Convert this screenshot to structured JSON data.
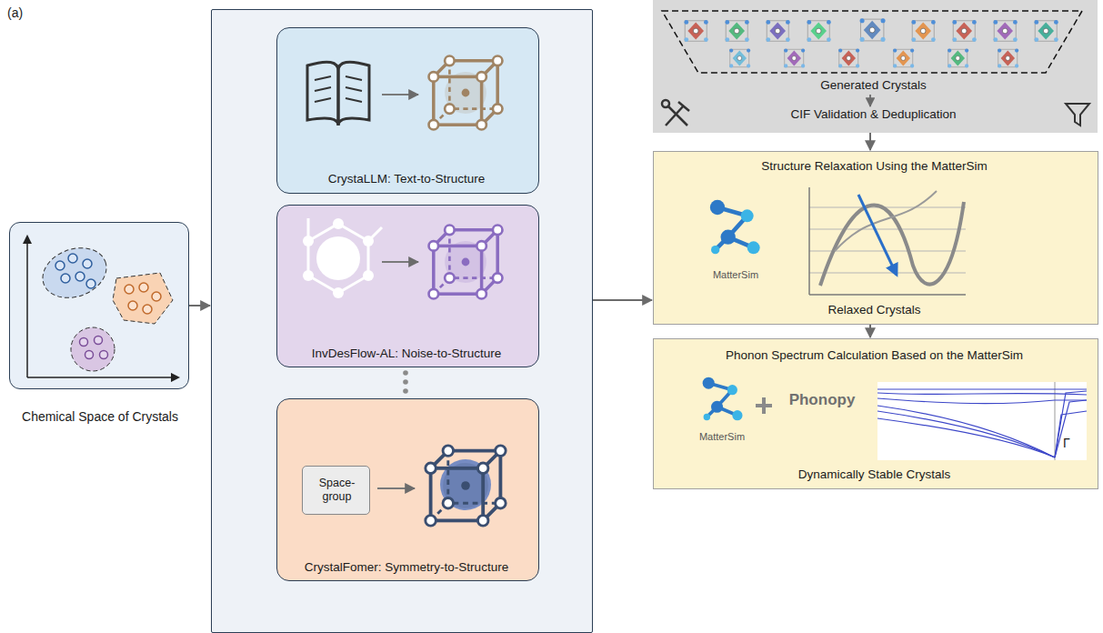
{
  "diagram": {
    "nodes": [
      {
        "text": [
          "Chemical Space of Crystals"
        ]
      },
      {
        "text": []
      },
      {
        "text": [
          "CrystaLLM: Text-to-Structure"
        ],
        "in": 1
      },
      {
        "text": [
          "InvDesFlow-AL: Noise-to-Structure"
        ],
        "in": 1
      },
      {
        "text": [
          "CrystalFomer: Symmetry-to-Structure"
        ],
        "in": 1
      },
      {
        "text": [
          "Space- group"
        ],
        "in": 4
      },
      {
        "text": [
          "Generated Crystals",
          "CIF Validation & Deduplication"
        ]
      },
      {
        "text": [
          "Structure Relaxation Using the MatterSim",
          "MatterSim",
          "Relaxed Crystals"
        ]
      },
      {
        "text": [
          "Phonon Spectrum Calculation Based on the MatterSim",
          "MatterSim",
          "Phonopy",
          "Γ",
          "Dynamically Stable Crystals"
        ]
      }
    ],
    "edges": [
      {
        "from": 0,
        "to": 1,
        "arrow": "to"
      },
      {
        "from": 1,
        "to": 7,
        "arrow": "to"
      },
      {
        "from": 6,
        "to": 7,
        "arrow": "to"
      },
      {
        "from": 7,
        "to": 8,
        "arrow": "to"
      }
    ],
    "labels": [
      "(a)"
    ]
  }
}
